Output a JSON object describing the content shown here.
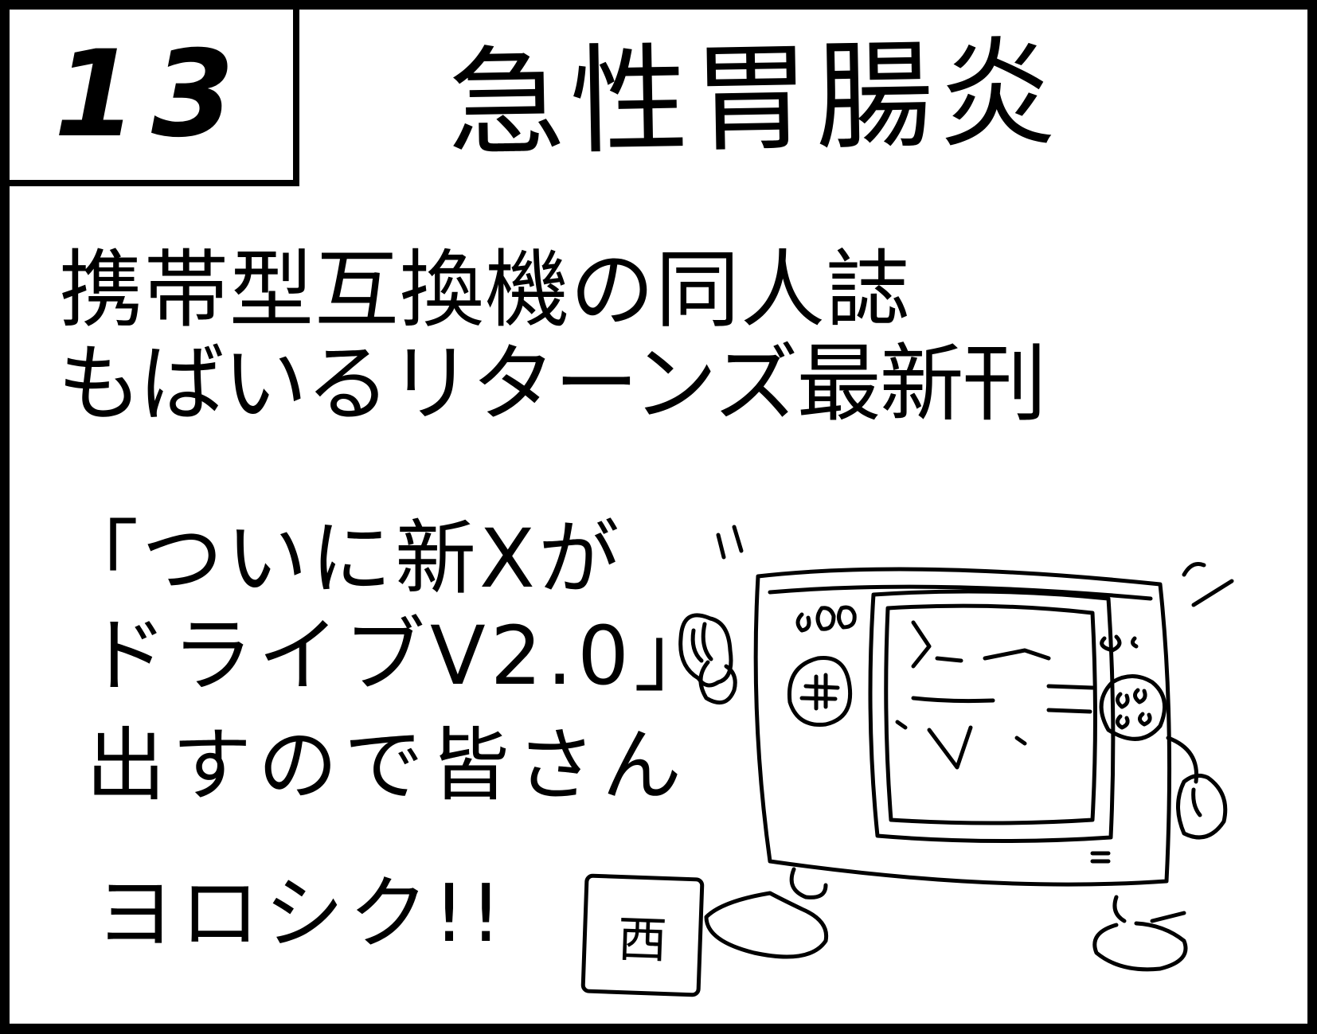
{
  "panel": {
    "number": "13",
    "title": "急性胃腸炎",
    "caption_lines": [
      "携帯型互換機の同人誌",
      "もばいるリターンズ最新刊",
      "「ついに新Xが",
      "ドライブV2.0」",
      "出すので皆さん",
      "ヨロシク!!"
    ],
    "stamp_char": "西"
  },
  "colors": {
    "ink": "#000000",
    "paper": "#ffffff"
  },
  "icons": {
    "console": "handheld-console-character-icon",
    "stamp": "artist-stamp-icon"
  }
}
